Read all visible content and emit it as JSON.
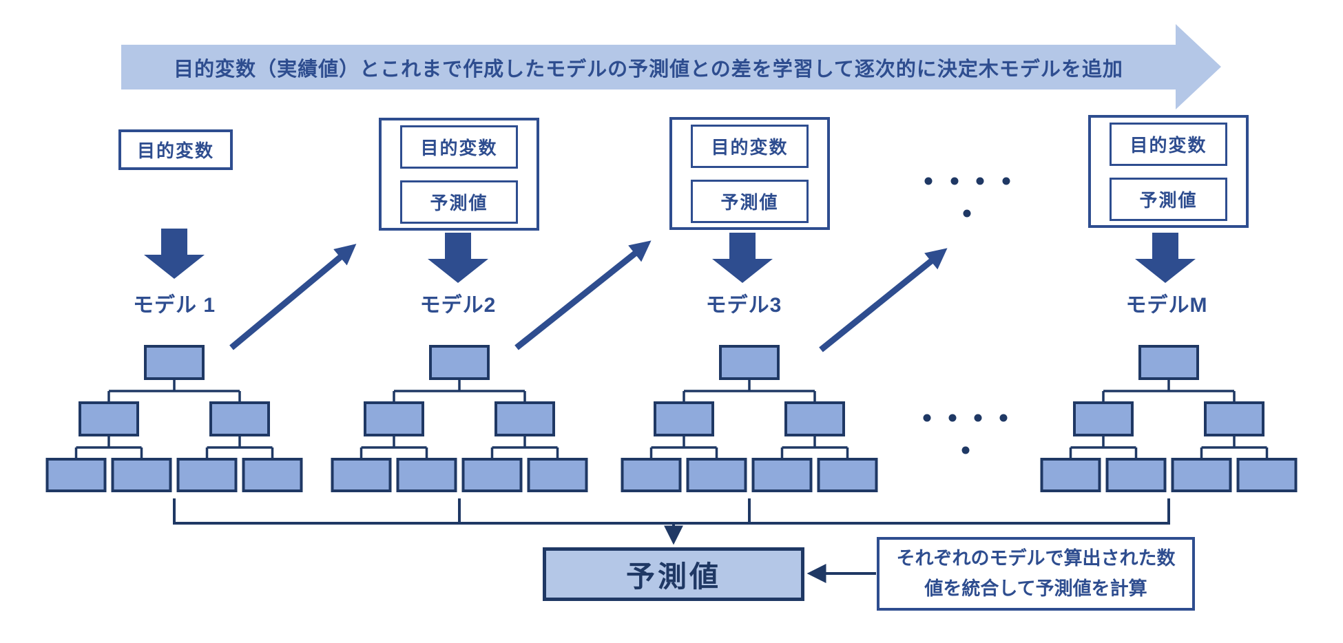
{
  "colors": {
    "navy": "#2e4d8f",
    "dark": "#1f3864",
    "tree": "#8faadc",
    "light": "#b4c7e7"
  },
  "banner": {
    "text": "目的変数（実績値）とこれまで作成したモデルの予測値との差を学習して逐次的に決定木モデルを追加"
  },
  "columns": [
    {
      "label": "モデル 1",
      "boxes": [
        "目的変数"
      ]
    },
    {
      "label": "モデル2",
      "boxes": [
        "目的変数",
        "予測値"
      ]
    },
    {
      "label": "モデル3",
      "boxes": [
        "目的変数",
        "予測値"
      ]
    },
    {
      "label": "モデルM",
      "boxes": [
        "目的変数",
        "予測値"
      ]
    }
  ],
  "ellipsis": "・・・・",
  "output": {
    "label": "予測値"
  },
  "annotation": {
    "line1": "それぞれのモデルで算出された数",
    "line2": "値を統合して予測値を計算"
  }
}
